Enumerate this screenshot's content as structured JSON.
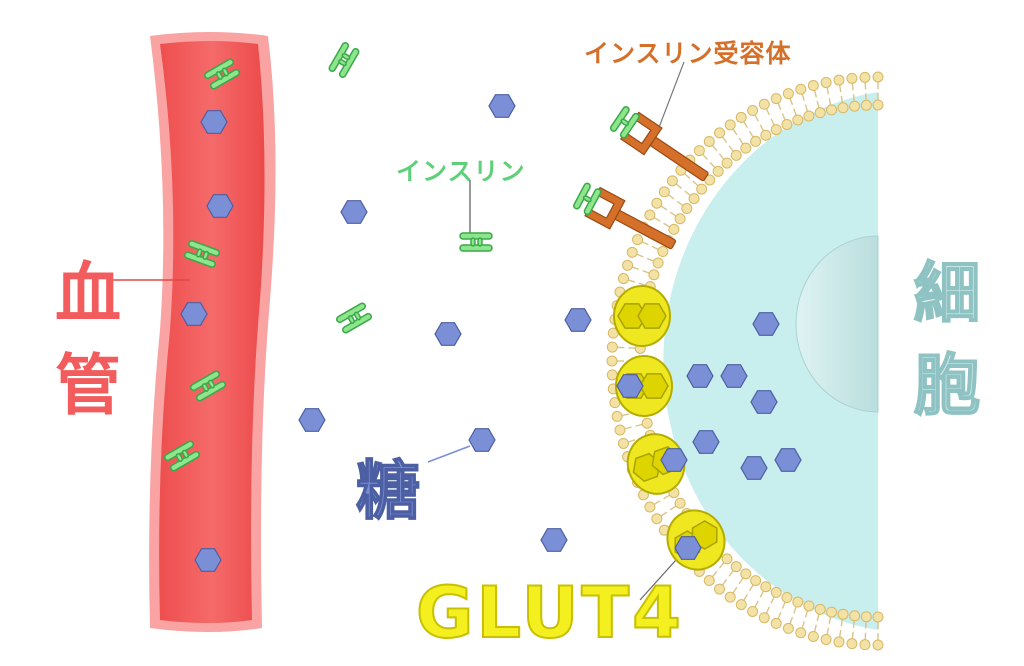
{
  "labels": {
    "blood_vessel_1": "血",
    "blood_vessel_2": "管",
    "cell_1": "細",
    "cell_2": "胞",
    "insulin_receptor": "インスリン受容体",
    "insulin": "インスリン",
    "sugar": "糖",
    "glut4": "GLUT4"
  },
  "colors": {
    "vessel": "#f35b5b",
    "vessel_edge": "#f9a3a3",
    "cell": "#c9eeee",
    "membrane_head": "#f3e2a6",
    "insulin": "#8ee68c",
    "insulin_stroke": "#3aa84a",
    "receptor": "#d4702a",
    "sugar": "#7b8fd6",
    "sugar_stroke": "#4d5fa3",
    "glut4": "#efe820",
    "glut4_stroke": "#b4ac00"
  }
}
